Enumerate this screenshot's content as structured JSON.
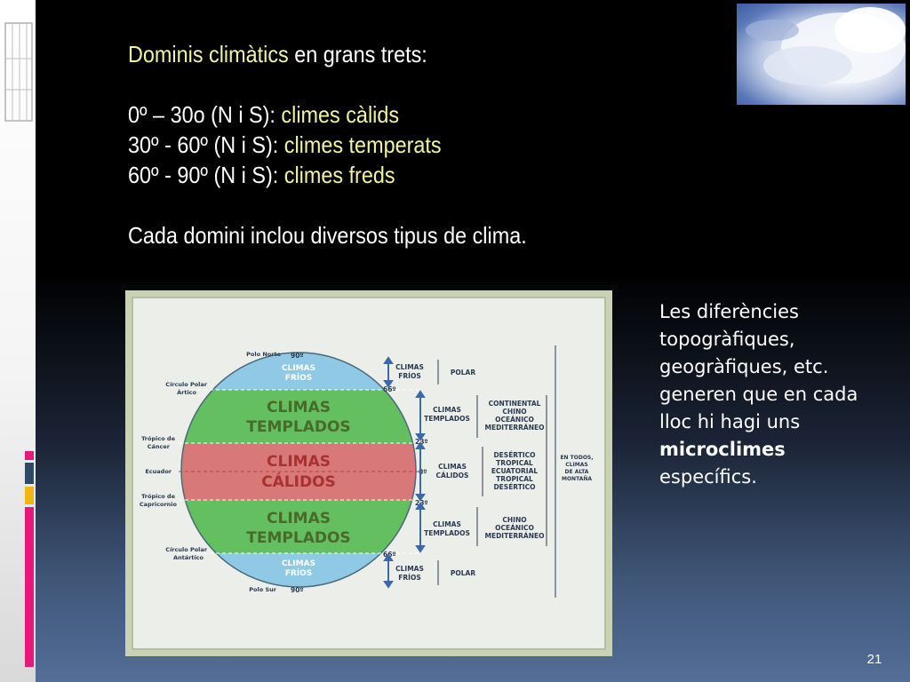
{
  "slide": {
    "title_highlight": "Dominis climàtics",
    "title_rest": " en grans trets:",
    "line1_range": " 0º – 30o (N i S): ",
    "line1_label": "climes càlids",
    "line2_range": "30º - 60º (N i S): ",
    "line2_label": "climes temperats",
    "line3_range": "60º - 90º (N i S): ",
    "line3_label": "climes freds",
    "note": "Cada domini inclou diversos tipus de clima.",
    "side_text_1": "Les diferències topogràfiques, geogràfiques, etc. generen que en cada lloc hi hagi uns ",
    "side_text_bold": "microclimes",
    "side_text_2": " específics.",
    "page_number": "21"
  },
  "diagram": {
    "left_labels": {
      "north_pole": "Polo Norte",
      "arctic_circle_1": "Círculo Polar",
      "arctic_circle_2": "Ártico",
      "tropic_cancer_1": "Trópico de",
      "tropic_cancer_2": "Cáncer",
      "equator": "Ecuador",
      "tropic_capricorn_1": "Trópico de",
      "tropic_capricorn_2": "Capricornio",
      "antarctic_circle_1": "Círculo Polar",
      "antarctic_circle_2": "Antártico",
      "south_pole": "Polo Sur"
    },
    "degrees": {
      "top": "90º",
      "arctic": "66º",
      "cancer": "23º",
      "equator": "0º",
      "capricorn": "23º",
      "antarctic": "66º",
      "bottom": "90º"
    },
    "bands": {
      "cold_top_1": "CLIMAS",
      "cold_top_2": "FRÍOS",
      "temp_top_1": "CLIMAS",
      "temp_top_2": "TEMPLADOS",
      "warm_1": "CLIMAS",
      "warm_2": "CÁLIDOS",
      "temp_bottom_1": "CLIMAS",
      "temp_bottom_2": "TEMPLADOS",
      "cold_bottom_1": "CLIMAS",
      "cold_bottom_2": "FRÍOS"
    },
    "zones": {
      "cold_top_1": "CLIMAS",
      "cold_top_2": "FRÍOS",
      "temp_top_1": "CLIMAS",
      "temp_top_2": "TEMPLADOS",
      "warm_1": "CLIMAS",
      "warm_2": "CÁLIDOS",
      "temp_bottom_1": "CLIMAS",
      "temp_bottom_2": "TEMPLADOS",
      "cold_bottom_1": "CLIMAS",
      "cold_bottom_2": "FRÍOS"
    },
    "types": {
      "polar_top": "POLAR",
      "temp_top_1": "CONTINENTAL",
      "temp_top_2": "CHINO",
      "temp_top_3": "OCEÁNICO",
      "temp_top_4": "MEDITERRÁNEO",
      "warm_1": "DESÉRTICO",
      "warm_2": "TROPICAL",
      "warm_3": "ECUATORIAL",
      "warm_4": "TROPICAL",
      "warm_5": "DESÉRTICO",
      "temp_bottom_1": "CHINO",
      "temp_bottom_2": "OCEÁNICO",
      "temp_bottom_3": "MEDITERRÁNEO",
      "polar_bottom": "POLAR"
    },
    "mountain": {
      "line1": "EN TODOS,",
      "line2": "CLIMAS",
      "line3": "DE ALTA",
      "line4": "MONTAÑA"
    },
    "colors": {
      "cold": "#8fc9e6",
      "temperate": "#63bf60",
      "warm": "#d87878",
      "arrow": "#3a68a8",
      "text_dark": "#2a3a50"
    }
  }
}
